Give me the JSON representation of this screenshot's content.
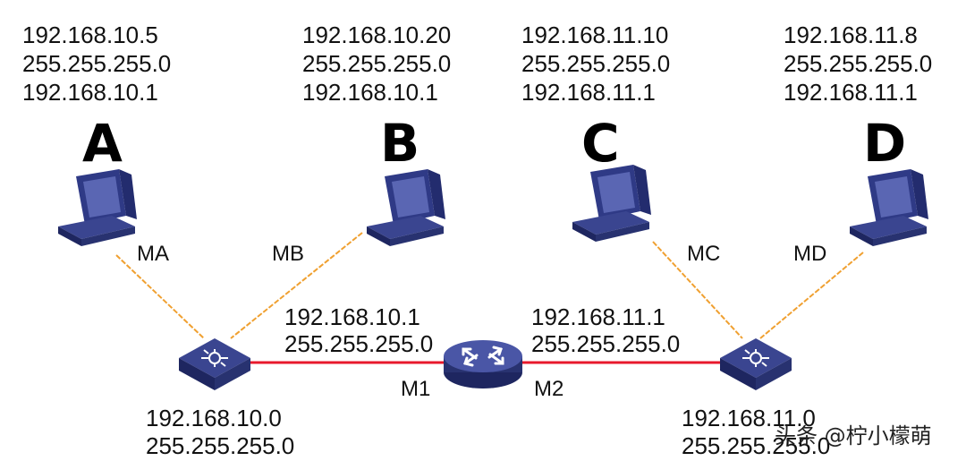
{
  "hosts": [
    {
      "name": "A",
      "ip": "192.168.10.5",
      "mask": "255.255.255.0",
      "gateway": "192.168.10.1",
      "mac": "MA"
    },
    {
      "name": "B",
      "ip": "192.168.10.20",
      "mask": "255.255.255.0",
      "gateway": "192.168.10.1",
      "mac": "MB"
    },
    {
      "name": "C",
      "ip": "192.168.11.10",
      "mask": "255.255.255.0",
      "gateway": "192.168.11.1",
      "mac": "MC"
    },
    {
      "name": "D",
      "ip": "192.168.11.8",
      "mask": "255.255.255.0",
      "gateway": "192.168.11.1",
      "mac": "MD"
    }
  ],
  "router": {
    "left_ip": "192.168.10.1",
    "left_mask": "255.255.255.0",
    "left_mac": "M1",
    "right_ip": "192.168.11.1",
    "right_mask": "255.255.255.0",
    "right_mac": "M2"
  },
  "switches": [
    {
      "network": "192.168.10.0",
      "mask": "255.255.255.0"
    },
    {
      "network": "192.168.11.0",
      "mask": "255.255.255.0"
    }
  ],
  "watermark": "头条 @柠小檬萌",
  "colors": {
    "device": "#2f3a86",
    "device_light": "#5a66b3",
    "host_link": "#f0a030",
    "router_link": "#e8192c"
  }
}
